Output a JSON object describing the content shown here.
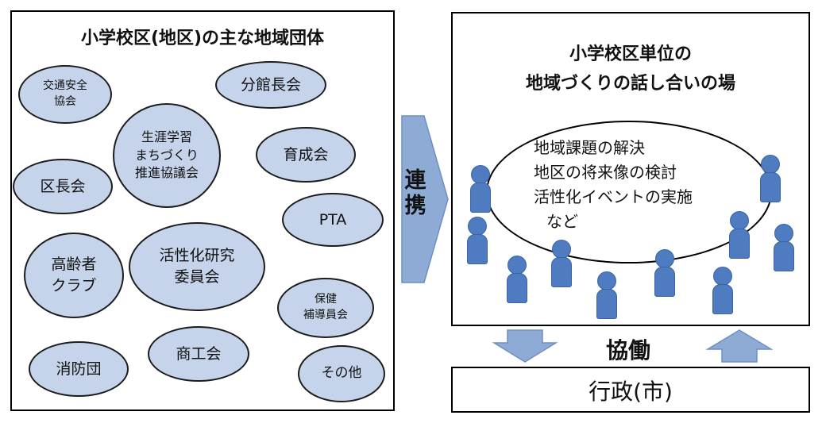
{
  "left_panel": {
    "title": "小学校区(地区)の主な地域団体",
    "groups": [
      "交通安全\n協会",
      "分館長会",
      "生涯学習\nまちづくり\n推進協議会",
      "育成会",
      "区長会",
      "PTA",
      "高齢者\nクラブ",
      "活性化研究\n委員会",
      "保健\n補導員会",
      "消防団",
      "商工会",
      "その他"
    ]
  },
  "link_arrow": {
    "label": "連\n携"
  },
  "right_panel": {
    "title_line1": "小学校区単位の",
    "title_line2": "地域づくりの話し合いの場",
    "topics": [
      "地域課題の解決",
      "地区の将来像の検討",
      "活性化イベントの実施",
      "など"
    ]
  },
  "cooperation_label": "協働",
  "government_label": "行政(市)",
  "colors": {
    "ellipse_fill": "#c5d4ea",
    "arrow_fill": "#8eabd6",
    "person_fill": "#4f7cc0"
  }
}
